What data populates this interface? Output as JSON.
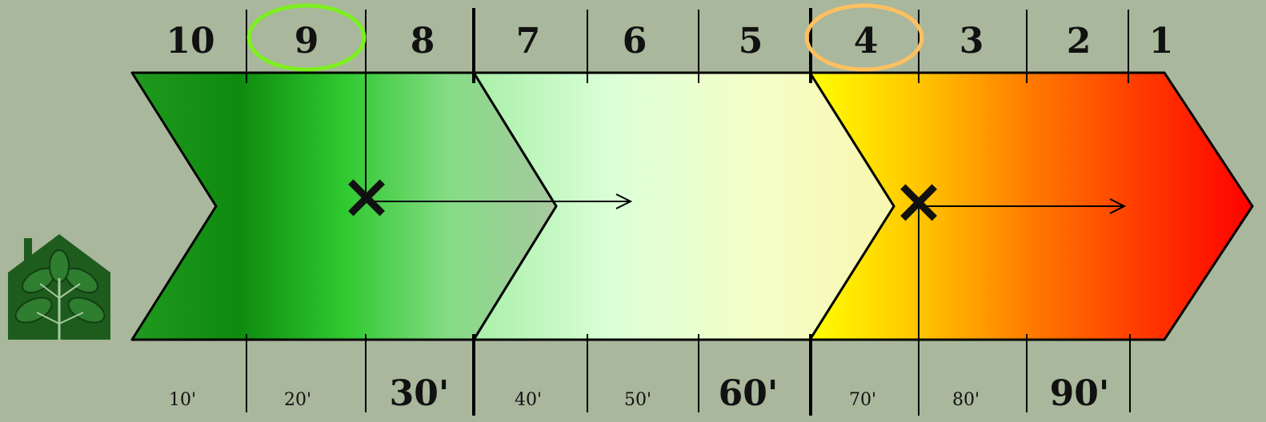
{
  "top_scale": [
    "10",
    "9",
    "8",
    "7",
    "6",
    "5",
    "4",
    "3",
    "2",
    "1"
  ],
  "bottom_scale": [
    {
      "label": "10'",
      "emphasis": false
    },
    {
      "label": "20'",
      "emphasis": false
    },
    {
      "label": "30'",
      "emphasis": true
    },
    {
      "label": "40'",
      "emphasis": false
    },
    {
      "label": "50'",
      "emphasis": false
    },
    {
      "label": "60'",
      "emphasis": true
    },
    {
      "label": "70'",
      "emphasis": false
    },
    {
      "label": "80'",
      "emphasis": false
    },
    {
      "label": "90'",
      "emphasis": true
    }
  ],
  "zones": [
    {
      "name": "green",
      "colors": [
        "#1f9a1f",
        "#0e8a0e",
        "#2fc92f",
        "#86dc86",
        "#a8c8a0"
      ]
    },
    {
      "name": "pale",
      "colors": [
        "#a8f0a8",
        "#dcffd8",
        "#f4ffc8",
        "#f8f6b0"
      ]
    },
    {
      "name": "warm",
      "colors": [
        "#ffff00",
        "#ffc400",
        "#ff7a00",
        "#ff3a00",
        "#ff0000"
      ]
    }
  ],
  "highlights": [
    {
      "label": "9",
      "color": "#7cf020"
    },
    {
      "label": "4",
      "color": "#ffc060"
    }
  ],
  "markers": [
    "×",
    "×"
  ],
  "colors": {
    "background": "#a9b79c",
    "outline": "#000000",
    "logo": "#1e5c1e"
  },
  "logo_icon": "leaf-house-icon"
}
